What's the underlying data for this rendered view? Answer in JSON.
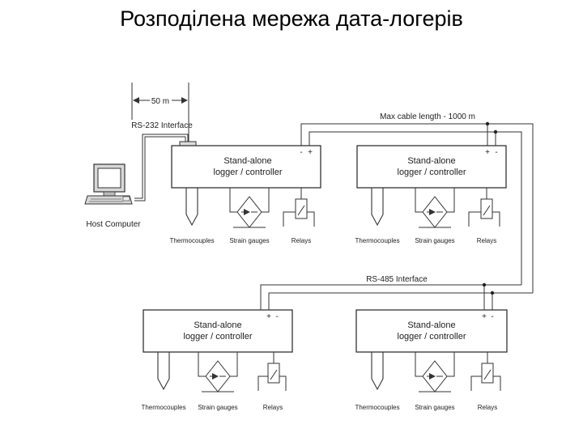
{
  "title": "Розподілена мережа дата-логерів",
  "labels": {
    "distance": "50 m",
    "rs232": "RS-232 Interface",
    "host": "Host Computer",
    "max_cable": "Max cable length - 1000 m",
    "rs485": "RS-485 Interface"
  },
  "logger": {
    "line1": "Stand-alone",
    "line2": "logger / controller",
    "sensor_thermo": "Thermocouples",
    "sensor_strain": "Strain gauges",
    "sensor_relays": "Relays"
  },
  "terminals": {
    "minus": "-",
    "plus": "+"
  }
}
